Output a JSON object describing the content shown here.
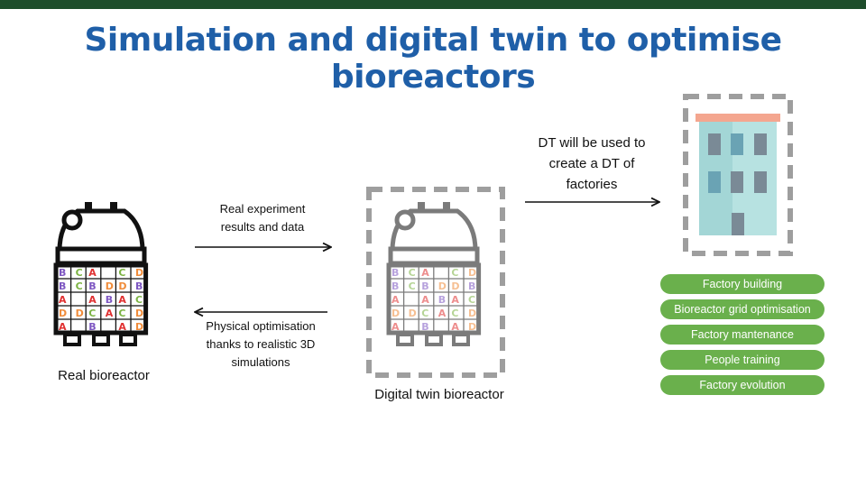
{
  "slide": {
    "title": "Simulation and digital twin to optimise bioreactors",
    "colors": {
      "title": "#1f5fa8",
      "top_bar": "#1e4d2b",
      "pill": "#6ab04c",
      "grid_letter_A": "#e03131",
      "grid_letter_B": "#7e57c2",
      "grid_letter_C": "#7cb342",
      "grid_letter_D": "#f08c3a"
    }
  },
  "real_bioreactor": {
    "caption": "Real bioreactor",
    "icon": "bioreactor-icon"
  },
  "digital_twin": {
    "caption": "Digital twin bioreactor",
    "icon": "bioreactor-icon"
  },
  "bioreactor_grid": {
    "rows": [
      [
        "B",
        "C",
        "A",
        "",
        "C",
        "D"
      ],
      [
        "B",
        "C",
        "B",
        "D",
        "D",
        "B"
      ],
      [
        "A",
        "",
        "A",
        "B",
        "A",
        "C"
      ],
      [
        "D",
        "D",
        "C",
        "A",
        "C",
        "D"
      ],
      [
        "A",
        "",
        "B",
        "",
        "A",
        "D"
      ]
    ]
  },
  "arrows": {
    "to_digital_twin": "Real experiment results and data",
    "to_real": "Physical optimisation thanks to realistic 3D simulations",
    "to_factory": "DT will be used to create a DT of factories"
  },
  "factory": {
    "icon": "factory-building-icon",
    "uses": [
      "Factory building",
      "Bioreactor grid optimisation",
      "Factory mantenance",
      "People training",
      "Factory evolution"
    ]
  }
}
